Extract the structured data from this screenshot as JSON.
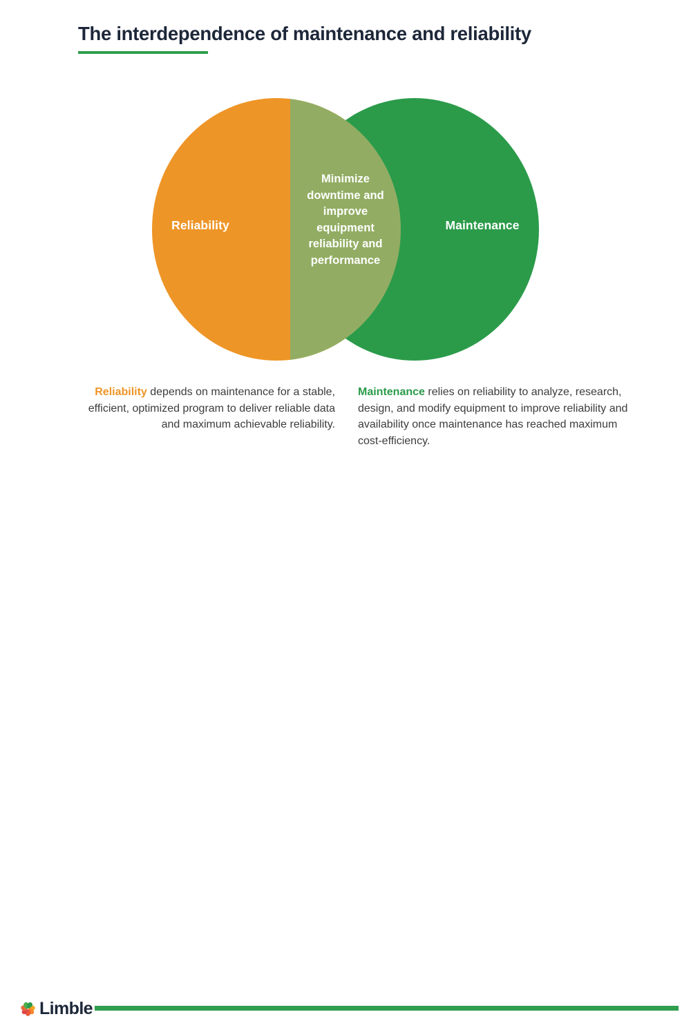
{
  "title": {
    "text": "The interdependence of maintenance and reliability",
    "underline_color": "#2f9e4f",
    "text_color": "#1d2739"
  },
  "venn": {
    "left_circle": {
      "label": "Reliability",
      "color": "#ee9527"
    },
    "right_circle": {
      "label": "Maintenance",
      "color": "#2b9b4a"
    },
    "overlap": {
      "text": "Minimize downtime and improve equipment reliability and performance",
      "color": "#92ad63"
    }
  },
  "captions": {
    "left": {
      "lead": "Reliability",
      "lead_color": "#ee9527",
      "body": " depends on maintenance for a stable, efficient, optimized program to deliver reliable data and maximum achievable reliability."
    },
    "right": {
      "lead": "Maintenance",
      "lead_color": "#2b9b4a",
      "body": " relies on reliability to analyze, research, design, and modify equipment to improve reliability and availability once maintenance has reached maximum cost-efficiency."
    }
  },
  "footer": {
    "brand": "Limble",
    "rule_color": "#2f9e4f",
    "logo_icon": "limble-pinwheel-icon"
  }
}
